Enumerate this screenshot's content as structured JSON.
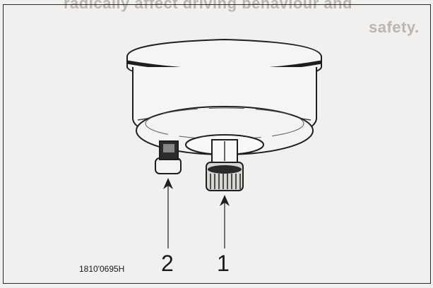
{
  "background_text": {
    "line1": "radically affect driving behaviour and",
    "line2": "safety."
  },
  "figure": {
    "callouts": [
      {
        "label": "1"
      },
      {
        "label": "2"
      }
    ],
    "code": "1810'0695H"
  },
  "colors": {
    "paper": "#f1f0ee",
    "ink": "#1a1a1a",
    "bleed": "#b9b6b2"
  }
}
